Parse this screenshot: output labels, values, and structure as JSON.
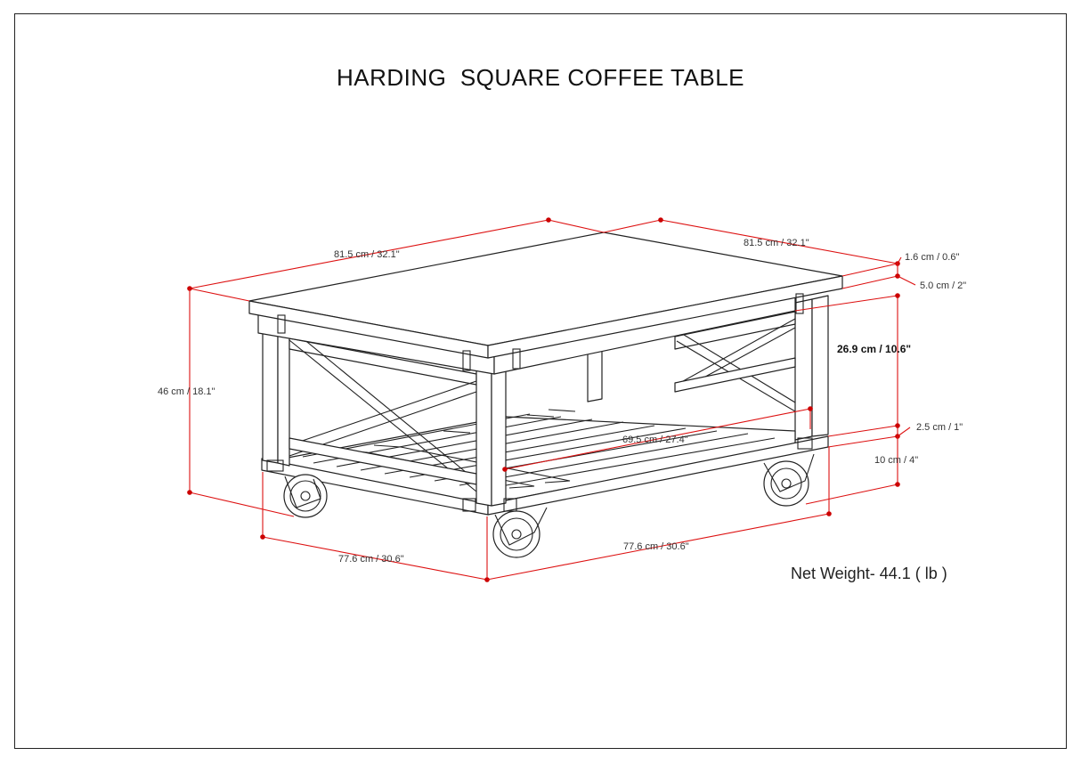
{
  "title": "HARDING  SQUARE COFFEE TABLE",
  "net_weight": "Net Weight- 44.1 ( lb )",
  "dimensions": {
    "top_left_width": "81.5 cm / 32.1\"",
    "top_right_depth": "81.5 cm / 32.1\"",
    "top_thickness": "1.6 cm / 0.6\"",
    "apron_height": "5.0 cm / 2\"",
    "upper_clearance": "26.9 cm / 10.6\"",
    "shelf_thickness": "2.5 cm / 1\"",
    "caster_height": "10 cm / 4\"",
    "total_height": "46 cm / 18.1\"",
    "shelf_width": "69.5 cm / 27.4\"",
    "base_left": "77.6 cm / 30.6\"",
    "base_right": "77.6 cm / 30.6\""
  },
  "colors": {
    "dimension_line": "#d11111",
    "drawing_line": "#222222"
  }
}
